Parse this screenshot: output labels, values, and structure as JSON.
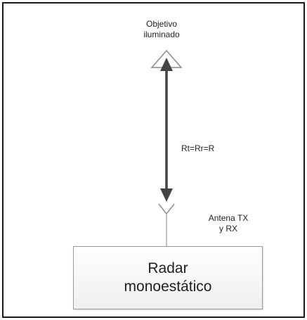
{
  "target": {
    "line1": "Objetivo",
    "line2": "iluminado"
  },
  "range_label": "Rt=Rr=R",
  "antenna": {
    "line1": "Antena TX",
    "line2": "y RX"
  },
  "radar": {
    "line1": "Radar",
    "line2": "monoestático"
  },
  "colors": {
    "arrow": "#444444",
    "outline": "#8c8c8c",
    "frame": "#1a1a1a"
  }
}
